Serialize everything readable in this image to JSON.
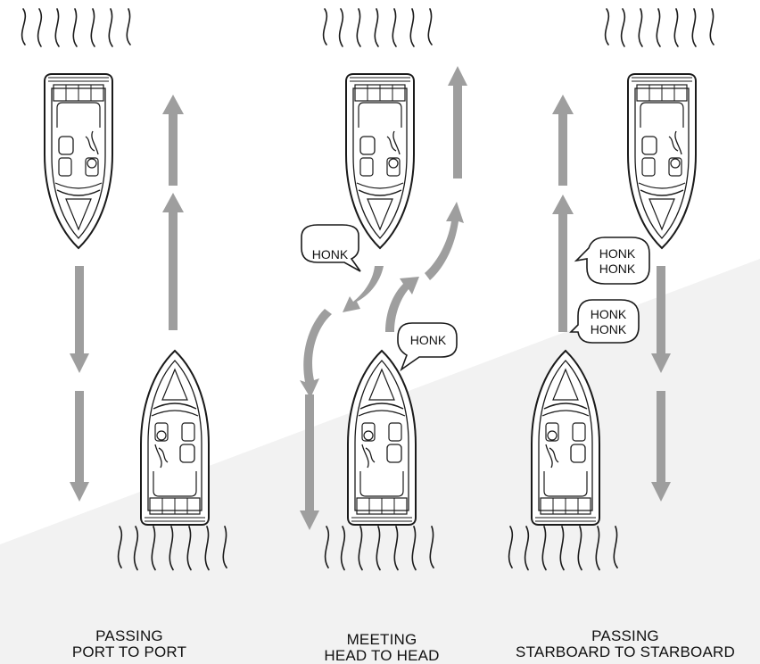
{
  "scenes": [
    {
      "id": "port-to-port",
      "caption_line1": "PASSING",
      "caption_line2": "PORT TO PORT"
    },
    {
      "id": "head-to-head",
      "caption_line1": "MEETING",
      "caption_line2": "HEAD TO HEAD"
    },
    {
      "id": "starboard-to-starboard",
      "caption_line1": "PASSING",
      "caption_line2": "STARBOARD TO STARBOARD"
    }
  ],
  "signals": {
    "head_to_head_top": [
      "HONK"
    ],
    "head_to_head_bottom": [
      "HONK"
    ],
    "starboard_top": [
      "HONK",
      "HONK"
    ],
    "starboard_bottom": [
      "HONK",
      "HONK"
    ]
  },
  "colors": {
    "arrow": "#9e9e9e",
    "background_band": "#f0f0f0",
    "line": "#1a1a1a"
  }
}
